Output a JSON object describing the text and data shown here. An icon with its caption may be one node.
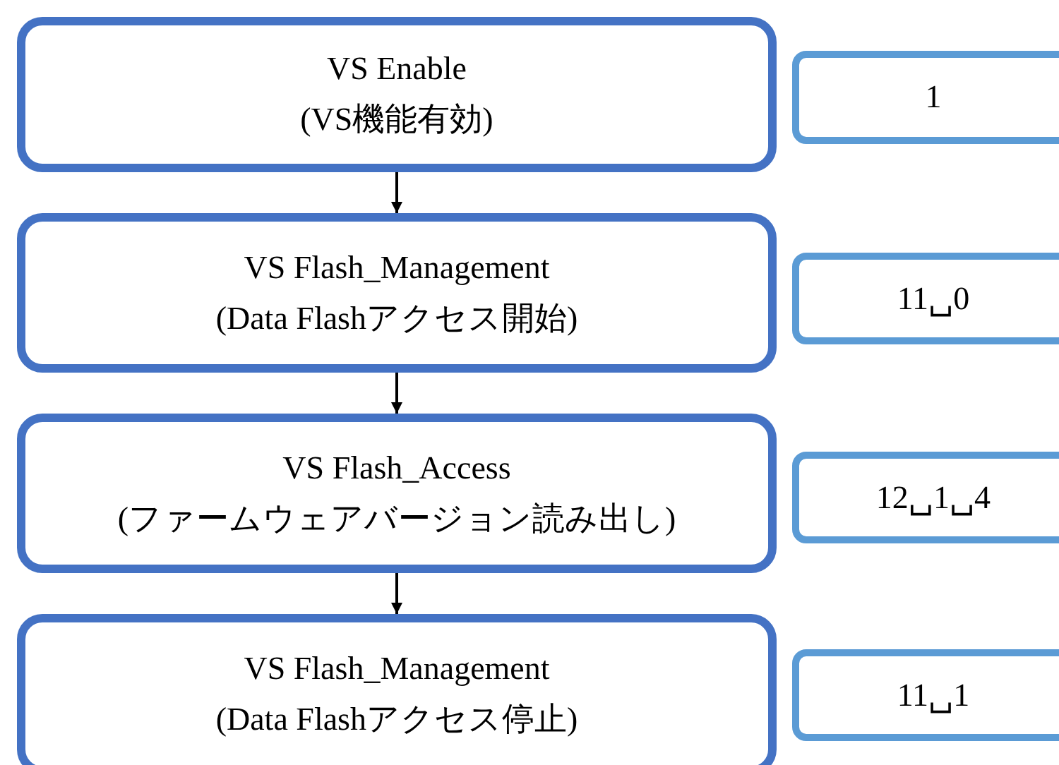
{
  "diagram": {
    "nodes": [
      {
        "text": [
          "VS Enable",
          "(VS機能有効)"
        ]
      },
      {
        "text": [
          "1"
        ]
      },
      {
        "text": [
          "VS Flash_Management",
          "(Data Flashアクセス開始)"
        ]
      },
      {
        "text": [
          "11␣0"
        ]
      },
      {
        "text": [
          "VS Flash_Access",
          "(ファームウェアバージョン読み出し)"
        ]
      },
      {
        "text": [
          "12␣1␣4"
        ]
      },
      {
        "text": [
          "VS Flash_Management",
          "(Data Flashアクセス停止)"
        ]
      },
      {
        "text": [
          "11␣1"
        ]
      }
    ],
    "edges": [
      {
        "from": 0,
        "to": 2,
        "arrow": "to"
      },
      {
        "from": 2,
        "to": 4,
        "arrow": "to"
      },
      {
        "from": 4,
        "to": 6,
        "arrow": "to"
      }
    ]
  }
}
